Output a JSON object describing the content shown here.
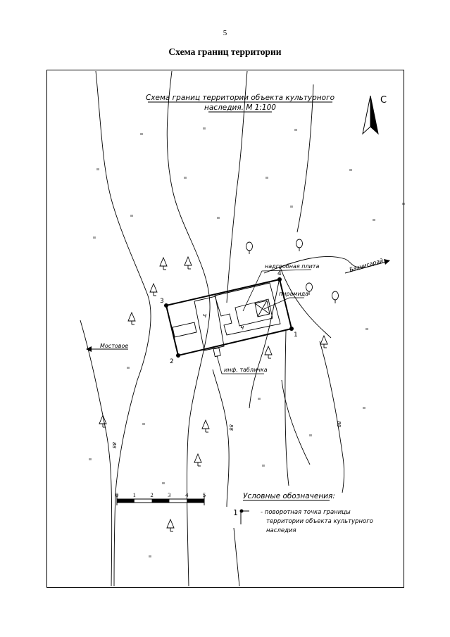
{
  "page_number": "5",
  "page_title": "Схема границ территории",
  "map": {
    "title_line1": "Схема границ территории объекта культурного",
    "title_line2": "наследия. М 1:100",
    "north_label": "С",
    "labels": {
      "gravestone": "надгробная плита",
      "pyramid": "пирамида",
      "info_sign": "инф. табличка",
      "bakhchisaray": "Бахчисарай",
      "mostovoe": "Мостовое",
      "building_mark_1": "ч",
      "building_mark_2": "ч",
      "contour_1": "88",
      "contour_2": "88",
      "contour_3": "88"
    },
    "points": [
      {
        "label": "1"
      },
      {
        "label": "2"
      },
      {
        "label": "3"
      },
      {
        "label": "4"
      }
    ],
    "scale_bar": {
      "ticks": [
        "0",
        "1",
        "2",
        "3",
        "4",
        "5"
      ]
    },
    "legend": {
      "title": "Условные обозначения:",
      "symbol_label": "1",
      "line1": "- поворотная точка границы",
      "line2": "территории объекта культурного",
      "line3": "наследия"
    }
  }
}
